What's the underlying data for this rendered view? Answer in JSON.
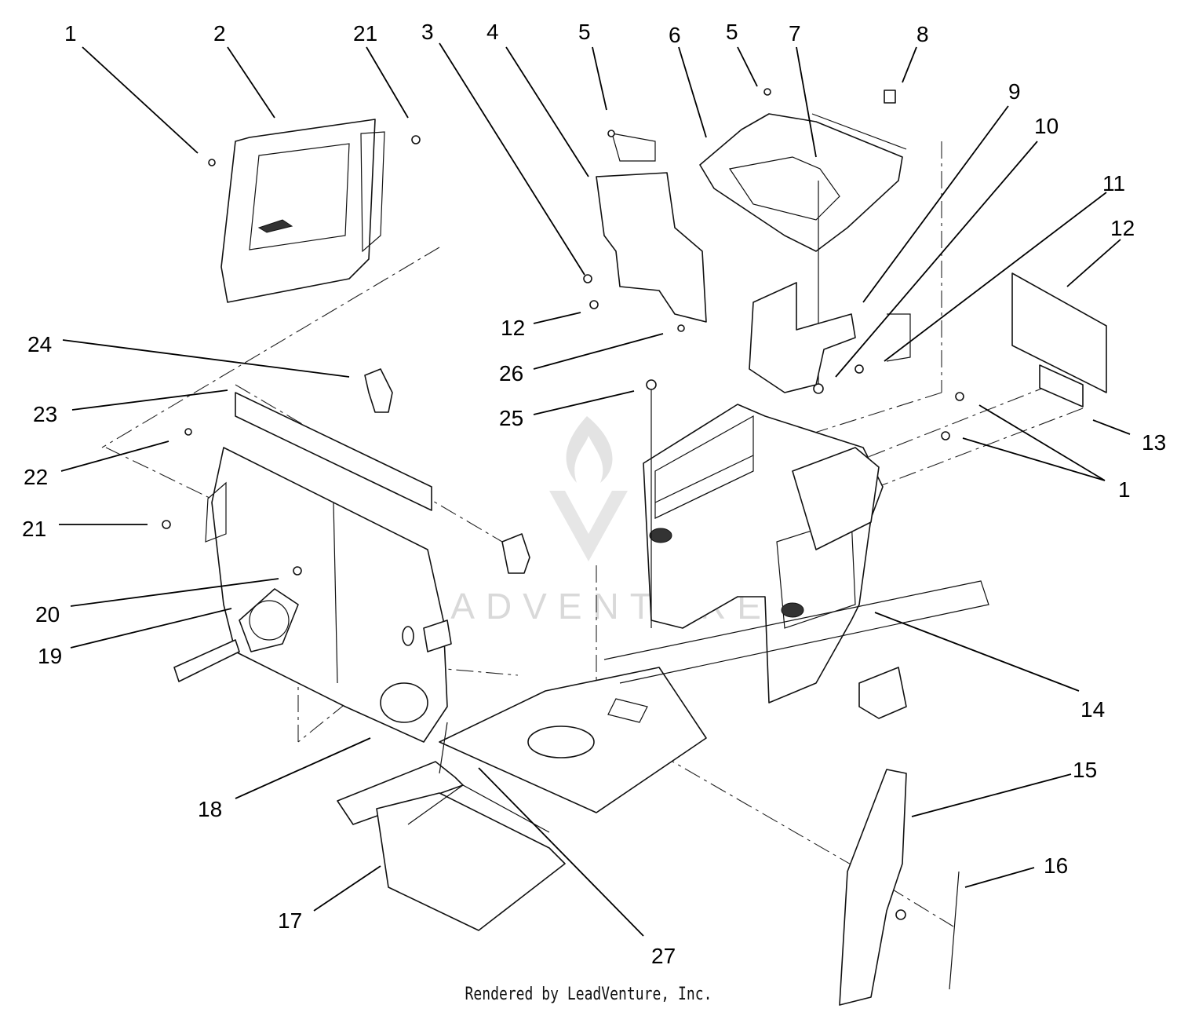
{
  "callouts": [
    "1",
    "2",
    "21",
    "3",
    "4",
    "5",
    "6",
    "5",
    "7",
    "8",
    "9",
    "10",
    "11",
    "12",
    "12",
    "26",
    "25",
    "24",
    "23",
    "22",
    "21",
    "20",
    "19",
    "18",
    "17",
    "27",
    "14",
    "13",
    "1",
    "15",
    "16"
  ],
  "watermark": "LEADVENTURE",
  "footer": "Rendered by LeadVenture, Inc.",
  "colors": {
    "line": "#111111",
    "background": "#ffffff",
    "watermark": "#d9d9d9"
  }
}
